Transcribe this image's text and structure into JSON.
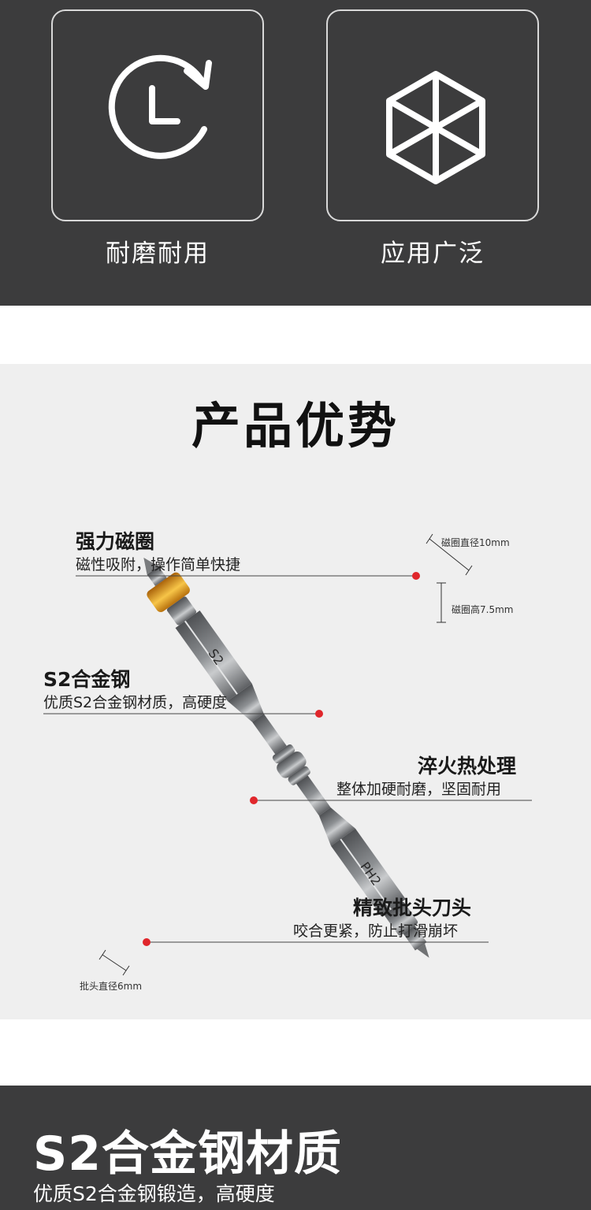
{
  "features": {
    "items": [
      {
        "icon": "clock-refresh-icon",
        "label": "耐磨耐用"
      },
      {
        "icon": "cube-icon",
        "label": "应用广泛"
      }
    ]
  },
  "advantages": {
    "title": "产品优势",
    "callouts": [
      {
        "title": "强力磁圈",
        "desc": "磁性吸附，操作简单快捷"
      },
      {
        "title": "S2合金钢",
        "desc": "优质S2合金钢材质，高硬度"
      },
      {
        "title": "淬火热处理",
        "desc": "整体加硬耐磨，坚固耐用"
      },
      {
        "title": "精致批头刀头",
        "desc": "咬合更紧，防止打滑崩坏"
      }
    ],
    "dimensions": {
      "ring_diameter": "磁圈直径10mm",
      "ring_height": "磁圈高7.5mm",
      "tip_diameter": "批头直径6mm"
    },
    "bit_marks": {
      "top": "S2",
      "bottom": "PH2"
    },
    "colors": {
      "accent_dot": "#e0262b",
      "ring": "#e8a21a"
    }
  },
  "material": {
    "title": "S2合金钢材质",
    "subtitle": "优质S2合金钢锻造，高硬度"
  }
}
